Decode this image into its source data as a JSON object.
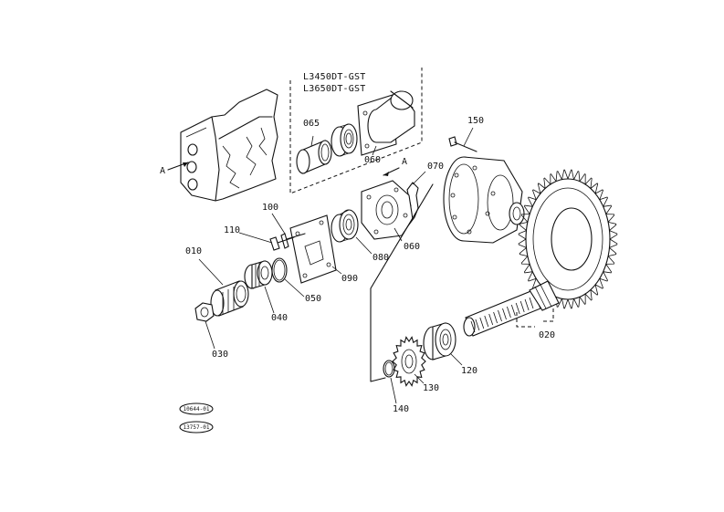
{
  "diagram": {
    "model_notes": [
      "L3450DT-GST",
      "L3650DT-GST"
    ],
    "reference_marker": "A",
    "part_labels": {
      "p010": "010",
      "p020": "020",
      "p030": "030",
      "p040": "040",
      "p050": "050",
      "p060_upper": "060",
      "p060_lower": "060",
      "p065": "065",
      "p070": "070",
      "p080": "080",
      "p090": "090",
      "p100": "100",
      "p110": "110",
      "p120": "120",
      "p130": "130",
      "p140": "140",
      "p150": "150"
    },
    "stamps": [
      "10644-01",
      "13757-01"
    ]
  }
}
